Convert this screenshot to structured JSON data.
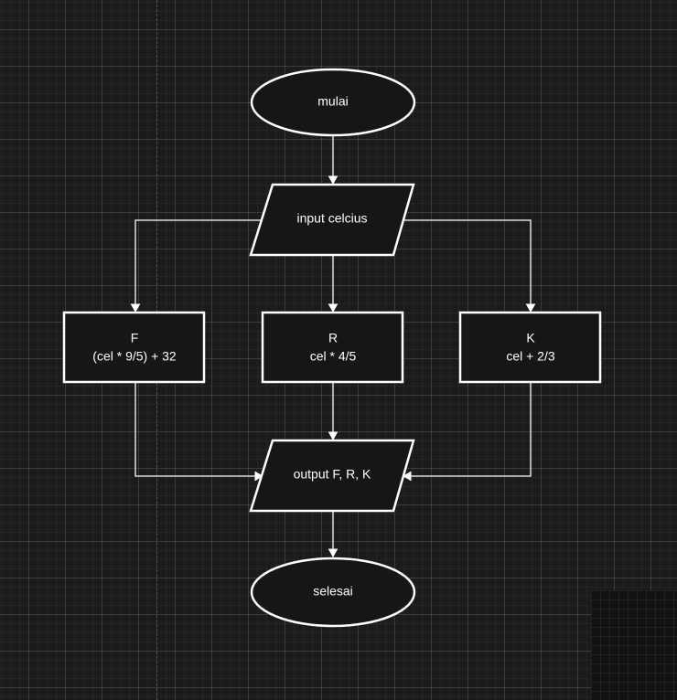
{
  "diagram": {
    "nodes": {
      "start": {
        "shape": "ellipse",
        "label": "mulai"
      },
      "input": {
        "shape": "parallelogram",
        "label": "input celcius"
      },
      "proc_f": {
        "shape": "rectangle",
        "title": "F",
        "formula": "(cel * 9/5) + 32"
      },
      "proc_r": {
        "shape": "rectangle",
        "title": "R",
        "formula": "cel * 4/5"
      },
      "proc_k": {
        "shape": "rectangle",
        "title": "K",
        "formula": "cel + 2/3"
      },
      "output": {
        "shape": "parallelogram",
        "label": "output F, R, K"
      },
      "end": {
        "shape": "ellipse",
        "label": "selesai"
      }
    },
    "edges": [
      {
        "from": "start",
        "to": "input"
      },
      {
        "from": "input",
        "to": "proc_f"
      },
      {
        "from": "input",
        "to": "proc_r"
      },
      {
        "from": "input",
        "to": "proc_k"
      },
      {
        "from": "proc_f",
        "to": "output"
      },
      {
        "from": "proc_r",
        "to": "output"
      },
      {
        "from": "proc_k",
        "to": "output"
      },
      {
        "from": "output",
        "to": "end"
      }
    ]
  },
  "colors": {
    "background": "#1b1b1b",
    "shape_fill": "#161616",
    "stroke": "#ffffff",
    "text": "#ffffff"
  }
}
